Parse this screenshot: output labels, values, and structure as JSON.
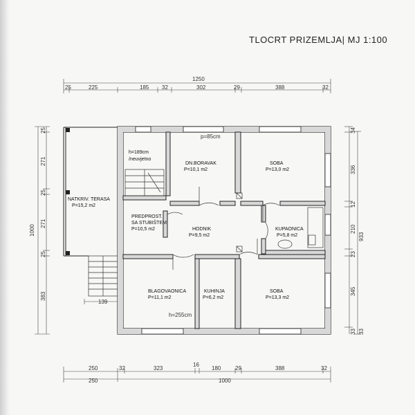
{
  "title": "TLOCRT PRIZEMLJA| MJ 1:100",
  "top_dimensions": {
    "overall": "1250",
    "segments": [
      "25",
      "225",
      "185",
      "32",
      "302",
      "29",
      "388",
      "32"
    ]
  },
  "bottom_dimensions": {
    "segments": [
      "250",
      "32",
      "323",
      "16",
      "180",
      "29",
      "388",
      "32"
    ],
    "row2": [
      "250",
      "1000"
    ]
  },
  "left_dimensions": {
    "overall": "1000",
    "segments": [
      "25",
      "271",
      "25",
      "271",
      "25",
      "383"
    ]
  },
  "right_dimensions": {
    "overall": "933",
    "segments": [
      "34",
      "336",
      "12",
      "210",
      "23",
      "345",
      "33"
    ],
    "extra": [
      "33"
    ]
  },
  "misc_dimensions": {
    "stair_width": "139",
    "window_p": "p=85cm",
    "door_h": "h=255cm"
  },
  "rooms": [
    {
      "name": "NATKRIV. TERASA",
      "area": "P=15,2 m2"
    },
    {
      "name": "h=189cm",
      "area": "/neuvjetno"
    },
    {
      "name": "DN.BORAVAK",
      "area": "P=10,1 m2"
    },
    {
      "name": "SOBA",
      "area": "P=13,0 m2"
    },
    {
      "name": "PREDPROST.\nSA STUBIŠTEM",
      "area": "P=10,5 m2"
    },
    {
      "name": "HODNIK",
      "area": "P=9,5 m2"
    },
    {
      "name": "KUPAONICA",
      "area": "P=5,8 m2"
    },
    {
      "name": "BLAGOVAONICA",
      "area": "P=11,1 m2"
    },
    {
      "name": "KUHINJA",
      "area": "P=6,2 m2"
    },
    {
      "name": "SOBA",
      "area": "P=13,3 m2"
    }
  ]
}
